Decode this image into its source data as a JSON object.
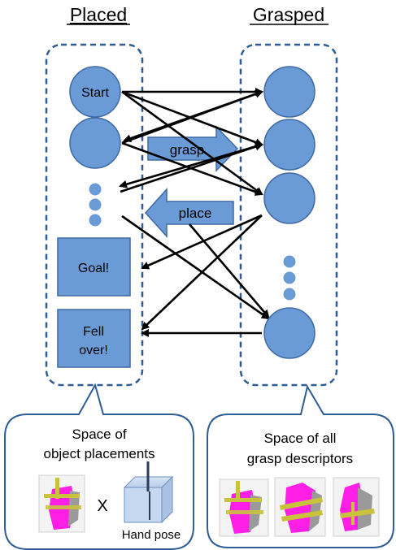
{
  "columns": {
    "placed_title": "Placed",
    "grasped_title": "Grasped"
  },
  "placed_states": {
    "start": "Start",
    "goal": "Goal!",
    "fell_line1": "Fell",
    "fell_line2": "over!"
  },
  "actions": {
    "grasp": "grasp",
    "place": "place"
  },
  "callout_left": {
    "line1": "Space of",
    "line2": "object placements",
    "times": "X",
    "hand_pose": "Hand pose"
  },
  "callout_right": {
    "line1": "Space of all",
    "line2": "grasp descriptors"
  },
  "colors": {
    "node_fill": "#6a9bd6",
    "node_stroke": "#3f6aa3",
    "dash_stroke": "#2f5d93",
    "callout_stroke": "#2f5d93",
    "magenta": "#ff1ee6",
    "gripper": "#c8c23c"
  }
}
